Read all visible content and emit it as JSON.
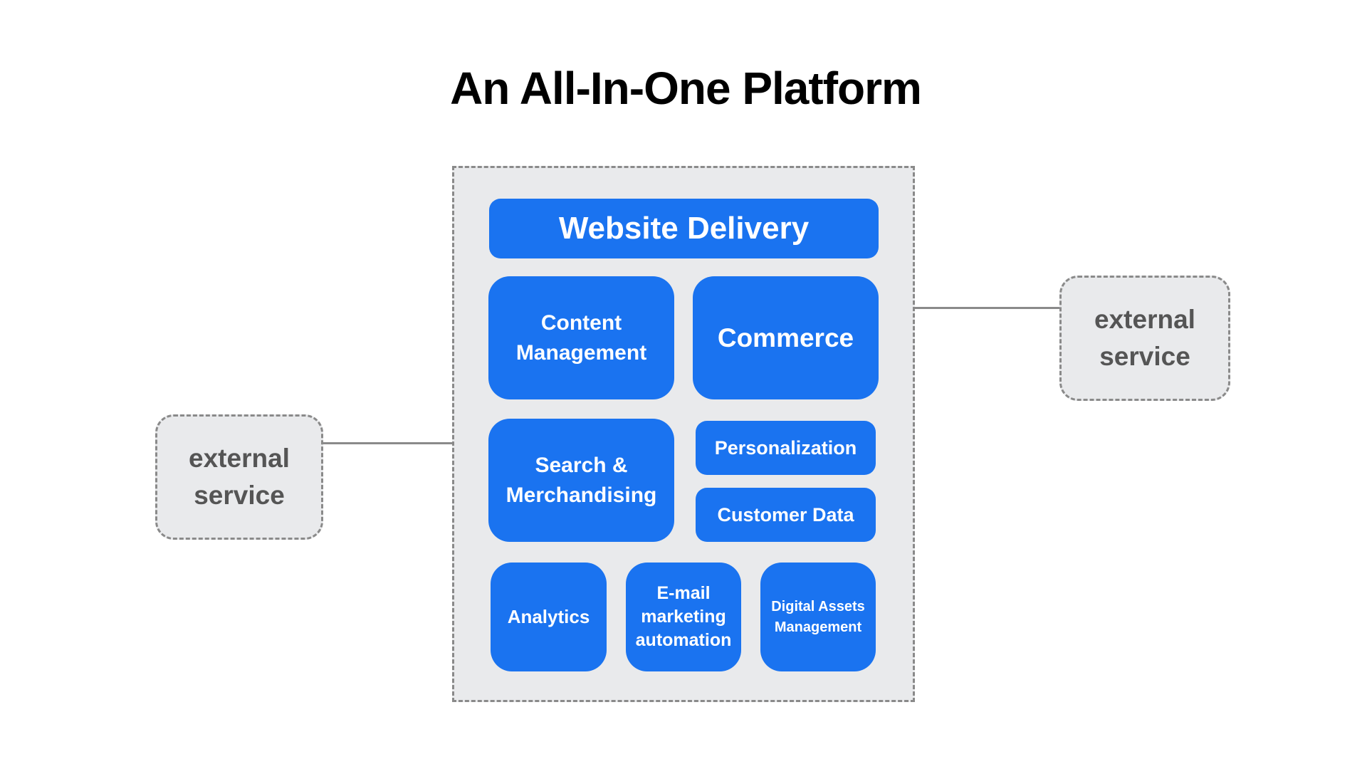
{
  "title": "An All-In-One Platform",
  "colors": {
    "service_fill": "#1a73f0",
    "platform_fill": "#e9eaec",
    "dashed_border": "#8a8a8a",
    "external_text": "#555555"
  },
  "platform": {
    "services": [
      {
        "id": "website-delivery",
        "label": "Website Delivery"
      },
      {
        "id": "content-management",
        "label": "Content Management"
      },
      {
        "id": "commerce",
        "label": "Commerce"
      },
      {
        "id": "search-merchandising",
        "label": "Search & Merchandising"
      },
      {
        "id": "personalization",
        "label": "Personalization"
      },
      {
        "id": "customer-data",
        "label": "Customer Data"
      },
      {
        "id": "analytics",
        "label": "Analytics"
      },
      {
        "id": "email-marketing",
        "label": "E-mail marketing automation"
      },
      {
        "id": "digital-assets",
        "label": "Digital Assets Management"
      }
    ]
  },
  "external_services": [
    {
      "id": "external-left",
      "label": "external service",
      "connects_to": "Search & Merchandising"
    },
    {
      "id": "external-right",
      "label": "external service",
      "connects_to": "Commerce"
    }
  ]
}
